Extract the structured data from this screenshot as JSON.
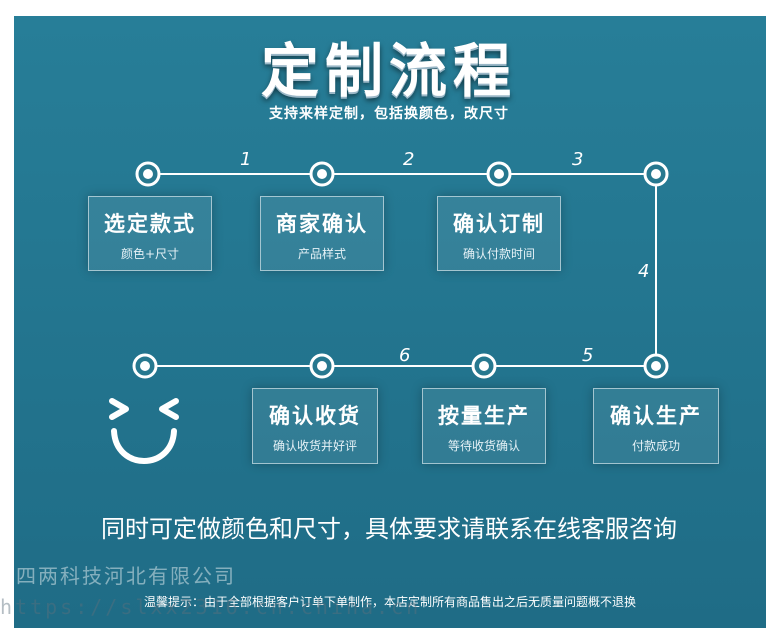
{
  "header": {
    "title": "定制流程",
    "subtitle": "支持来样定制，包括换颜色，改尺寸"
  },
  "steps": [
    "1",
    "2",
    "3",
    "4",
    "5",
    "6"
  ],
  "cards": [
    {
      "title": "选定款式",
      "sub": "颜色+尺寸"
    },
    {
      "title": "商家确认",
      "sub": "产品样式"
    },
    {
      "title": "确认订制",
      "sub": "确认付款时间"
    },
    {
      "title": "确认生产",
      "sub": "付款成功"
    },
    {
      "title": "按量生产",
      "sub": "等待收货确认"
    },
    {
      "title": "确认收货",
      "sub": "确认收货并好评"
    }
  ],
  "footer": {
    "slogan": "同时可定做颜色和尺寸，具体要求请联系在线客服咨询",
    "notice": "温馨提示：由于全部根据客户订单下单制作，本店定制所有商品售出之后无质量问题概不退换"
  },
  "watermark": {
    "company": "四两科技河北有限公司",
    "url": "https://slxx2316.cn.china.cn"
  },
  "colors": {
    "background": "#25758f",
    "accent": "#ffffff"
  }
}
